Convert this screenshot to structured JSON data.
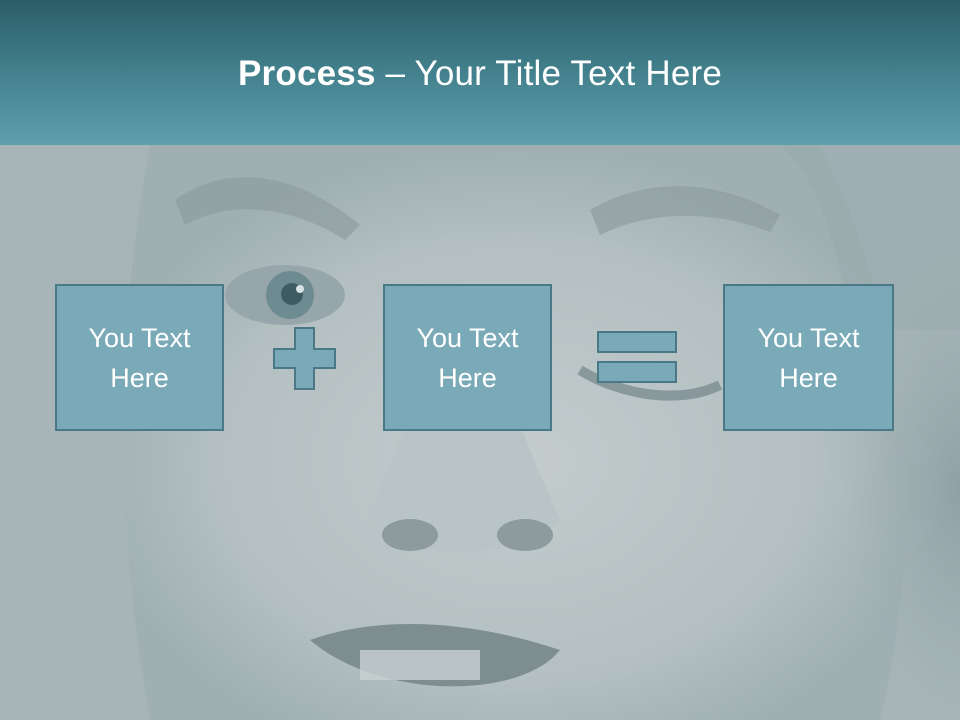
{
  "slide": {
    "title": {
      "bold": "Process",
      "dash": " – ",
      "rest": "Your Title Text Here"
    },
    "steps": [
      {
        "line1": "You Text",
        "line2": "Here"
      },
      {
        "line1": "You Text",
        "line2": "Here"
      },
      {
        "line1": "You Text",
        "line2": "Here"
      }
    ],
    "operators": [
      "plus-icon",
      "equals-icon"
    ]
  },
  "colors": {
    "header_top": "#2c5d68",
    "header_bottom": "#5fa0ad",
    "box_fill": "#7aaab7",
    "box_border": "#4b7886",
    "background": "#a9b8bb"
  }
}
